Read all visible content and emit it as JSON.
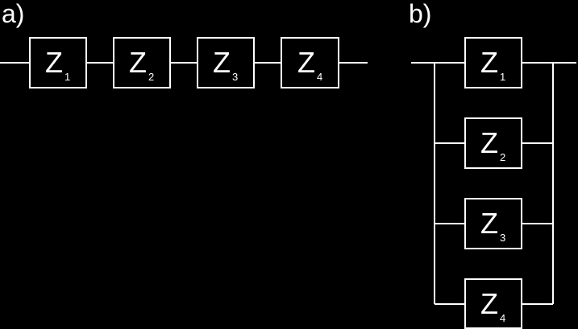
{
  "colors": {
    "background": "#000000",
    "foreground": "#ffffff"
  },
  "series_circuit": {
    "panel_label": "a)",
    "impedances": [
      {
        "letter": "Z",
        "subscript": "1"
      },
      {
        "letter": "Z",
        "subscript": "2"
      },
      {
        "letter": "Z",
        "subscript": "3"
      },
      {
        "letter": "Z",
        "subscript": "4"
      }
    ]
  },
  "parallel_circuit": {
    "panel_label": "b)",
    "impedances": [
      {
        "letter": "Z",
        "subscript": "1"
      },
      {
        "letter": "Z",
        "subscript": "2"
      },
      {
        "letter": "Z",
        "subscript": "3"
      },
      {
        "letter": "Z",
        "subscript": "4"
      }
    ]
  }
}
